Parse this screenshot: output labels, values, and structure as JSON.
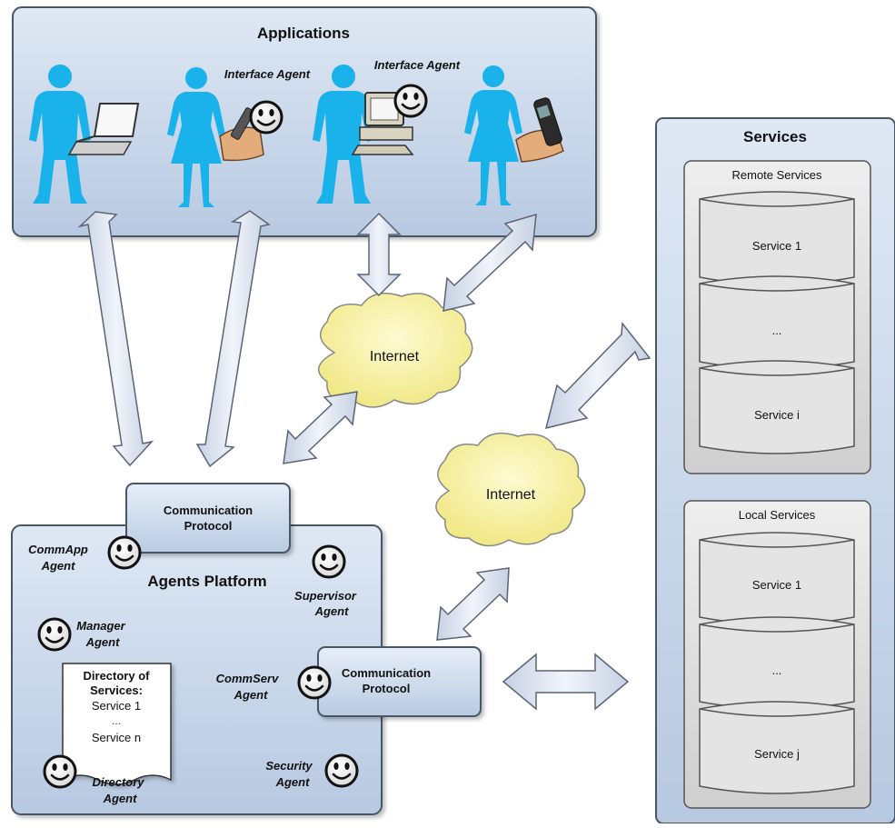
{
  "applications": {
    "title": "Applications",
    "interface_agent_1": "Interface Agent",
    "interface_agent_2": "Interface Agent"
  },
  "internet_top": "Internet",
  "internet_bottom": "Internet",
  "services": {
    "title": "Services",
    "remote": {
      "title": "Remote Services",
      "items": [
        "Service 1",
        "...",
        "Service i"
      ]
    },
    "local": {
      "title": "Local Services",
      "items": [
        "Service 1",
        "...",
        "Service j"
      ]
    }
  },
  "platform": {
    "title": "Agents Platform",
    "comm_protocol_top": [
      "Communication",
      "Protocol"
    ],
    "comm_protocol_right": [
      "Communication",
      "Protocol"
    ],
    "commapp_agent": [
      "CommApp",
      "Agent"
    ],
    "supervisor_agent": [
      "Supervisor",
      "Agent"
    ],
    "manager_agent": [
      "Manager",
      "Agent"
    ],
    "commserv_agent": [
      "CommServ",
      "Agent"
    ],
    "security_agent": [
      "Security",
      "Agent"
    ],
    "directory_agent": [
      "Directory",
      "Agent"
    ],
    "directory_doc": {
      "title": [
        "Directory of",
        "Services:"
      ],
      "items": [
        "Service 1",
        "...",
        "Service n"
      ]
    }
  },
  "colors": {
    "panel_fill": "#c7d6ea",
    "panel_stroke": "#4a5666",
    "person": "#19b2ea",
    "cloud": "#f6f09a",
    "arrow_fill": "#dbe3f0",
    "service_fill": "#e3e3e3"
  }
}
